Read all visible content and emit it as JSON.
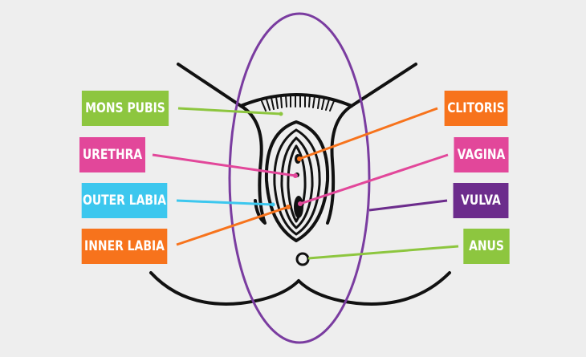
{
  "labels": {
    "mons_pubis": "MONS PUBIS",
    "urethra": "URETHRA",
    "outer_labia": "OUTER LABIA",
    "inner_labia": "INNER LABIA",
    "clitoris": "CLITORIS",
    "vagina": "VAGINA",
    "vulva": "VULVA",
    "anus": "ANUS"
  },
  "colors": {
    "background": "#eeeeee",
    "outline": "#111111",
    "green": "#8dc63f",
    "pink": "#e2479a",
    "blue": "#3cc7ee",
    "orange": "#f7731c",
    "purple": "#6c2c8c",
    "ellipse": "#7a3ca0"
  }
}
